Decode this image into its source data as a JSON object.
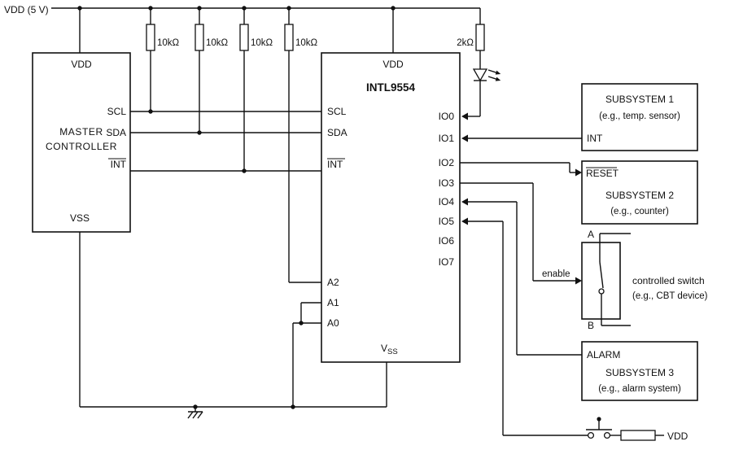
{
  "power": {
    "vdd_rail": "VDD (5 V)",
    "vdd_button": "VDD"
  },
  "resistors": {
    "pullups": [
      "10kΩ",
      "10kΩ",
      "10kΩ",
      "10kΩ"
    ],
    "led_r": "2kΩ"
  },
  "master": {
    "name1": "MASTER",
    "name2": "CONTROLLER",
    "vdd": "VDD",
    "scl": "SCL",
    "sda": "SDA",
    "int": "INT",
    "vss": "VSS"
  },
  "expander": {
    "title": "INTL9554",
    "vdd": "VDD",
    "scl": "SCL",
    "sda": "SDA",
    "int": "INT",
    "a2": "A2",
    "a1": "A1",
    "a0": "A0",
    "vss_v": "V",
    "vss_sub": "SS",
    "io": [
      "IO0",
      "IO1",
      "IO2",
      "IO3",
      "IO4",
      "IO5",
      "IO6",
      "IO7"
    ]
  },
  "subsystem1": {
    "title": "SUBSYSTEM 1",
    "subtitle": "(e.g., temp. sensor)",
    "pin": "INT"
  },
  "subsystem2": {
    "pin": "RESET",
    "title": "SUBSYSTEM 2",
    "subtitle": "(e.g., counter)"
  },
  "cswitch": {
    "a": "A",
    "b": "B",
    "enable": "enable",
    "caption1": "controlled switch",
    "caption2": "(e.g., CBT device)"
  },
  "subsystem3": {
    "pin": "ALARM",
    "title": "SUBSYSTEM 3",
    "subtitle": "(e.g., alarm system)"
  }
}
